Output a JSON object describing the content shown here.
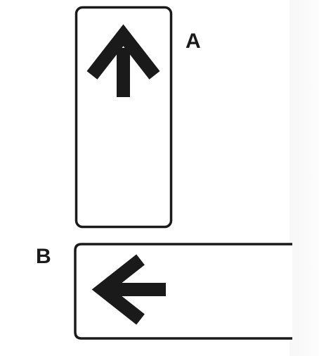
{
  "labels": {
    "a": "A",
    "b": "B"
  },
  "signs": [
    {
      "id": "A",
      "orientation": "vertical",
      "arrow": "up-arrow-icon"
    },
    {
      "id": "B",
      "orientation": "horizontal",
      "arrow": "left-arrow-icon"
    }
  ],
  "colors": {
    "ink": "#1a1a1a",
    "background": "#ffffff"
  }
}
